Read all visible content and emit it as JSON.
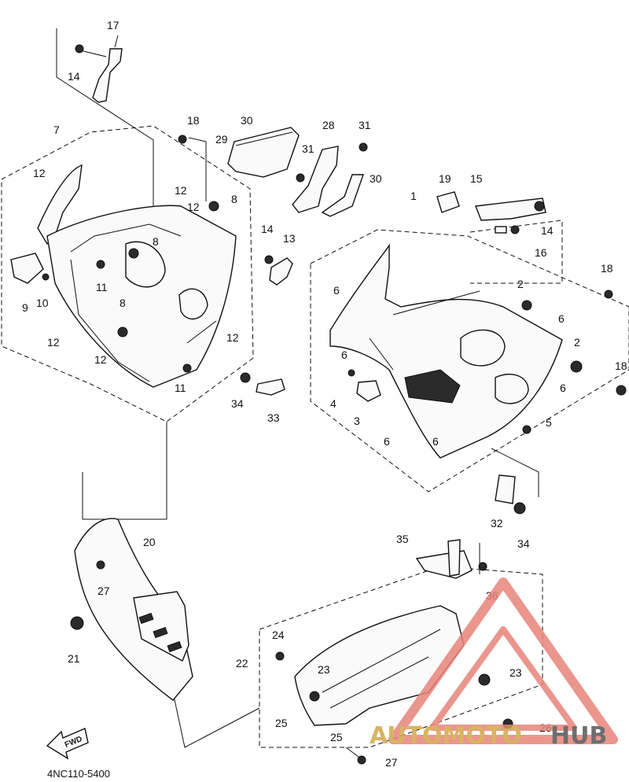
{
  "diagram": {
    "drawing_code": "4NC110-5400",
    "direction_label": "FWD",
    "callouts": {
      "c17": "17",
      "c14a": "14",
      "c7": "7",
      "c12a": "12",
      "c12b": "12",
      "c12c": "12",
      "c12d": "12",
      "c12e": "12",
      "c12f": "12",
      "c9": "9",
      "c10": "10",
      "c8a": "8",
      "c8b": "8",
      "c8c": "8",
      "c11a": "11",
      "c11b": "11",
      "c18a": "18",
      "c30a": "30",
      "c29": "29",
      "c28": "28",
      "c31a": "31",
      "c31b": "31",
      "c30b": "30",
      "c14b": "14",
      "c13": "13",
      "c34a": "34",
      "c33": "33",
      "c19": "19",
      "c15": "15",
      "c14c": "14",
      "c16": "16",
      "c1": "1",
      "c18b": "18",
      "c2a": "2",
      "c2b": "2",
      "c6a": "6",
      "c6b": "6",
      "c6c": "6",
      "c6d": "6",
      "c6e": "6",
      "c6f": "6",
      "c18c": "18",
      "c4": "4",
      "c3": "3",
      "c5": "5",
      "c32": "32",
      "c34b": "34",
      "c35": "35",
      "c36": "36",
      "c20": "20",
      "c27a": "27",
      "c21": "21",
      "c24": "24",
      "c22": "22",
      "c23a": "23",
      "c23b": "23",
      "c25a": "25",
      "c25b": "25",
      "c26": "26",
      "c27b": "27"
    }
  },
  "watermark": {
    "brand_part1": "AUTOMOTO",
    "brand_part2": "HUB",
    "color_primary": "#e8847a",
    "color_secondary": "#d4a64a",
    "color_dark": "#555555"
  }
}
